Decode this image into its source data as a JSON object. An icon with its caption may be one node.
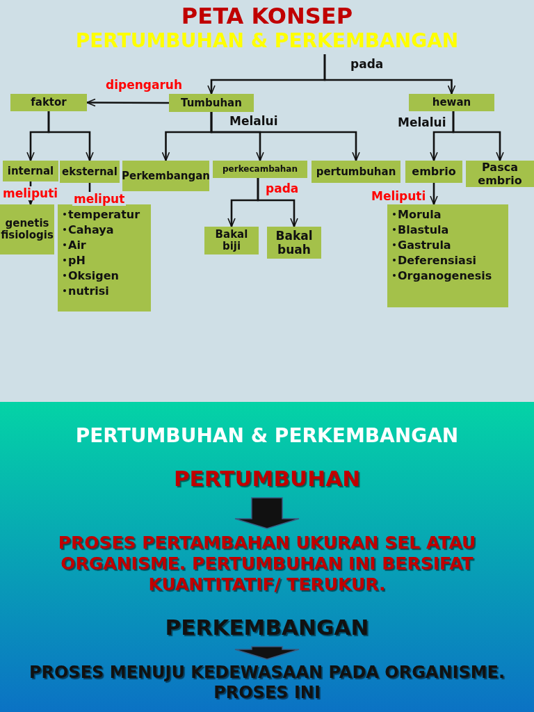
{
  "diagram": {
    "title": "PETA KONSEP",
    "nodes": [
      {
        "text": [
          "PERTUMBUHAN & PERKEMBANGAN"
        ]
      },
      {
        "text": [
          "Tumbuhan"
        ]
      },
      {
        "text": [
          "hewan"
        ]
      },
      {
        "text": [
          "faktor"
        ]
      },
      {
        "text": [
          "internal"
        ]
      },
      {
        "text": [
          "eksternal"
        ]
      },
      {
        "text": [
          "genetis",
          "fisiologis"
        ]
      },
      {
        "text": [
          "temperatur",
          "Cahaya",
          "Air",
          "pH",
          "Oksigen",
          "nutrisi"
        ]
      },
      {
        "text": [
          "Perkembangan"
        ]
      },
      {
        "text": [
          "perkecambahan"
        ]
      },
      {
        "text": [
          "pertumbuhan"
        ]
      },
      {
        "text": [
          "Bakal biji"
        ]
      },
      {
        "text": [
          "Bakal buah"
        ]
      },
      {
        "text": [
          "embrio"
        ]
      },
      {
        "text": [
          "Pasca embrio"
        ]
      },
      {
        "text": [
          "Morula",
          "Blastula",
          "Gastrula",
          "Deferensiasi",
          "Organogenesis"
        ]
      },
      {
        "text": [
          "PERTUMBUHAN"
        ]
      },
      {
        "text": [
          "PROSES PERTAMBAHAN UKURAN SEL ATAU ORGANISME. PERTUMBUHAN INI BERSIFAT KUANTITATIF/ TERUKUR."
        ]
      },
      {
        "text": [
          "PERKEMBANGAN"
        ]
      },
      {
        "text": [
          "PROSES MENUJU KEDEWASAAN PADA ORGANISME. PROSES INI"
        ]
      }
    ],
    "edges": [
      {
        "from": 0,
        "to": 1,
        "arrow": "to",
        "label": "pada"
      },
      {
        "from": 0,
        "to": 2,
        "arrow": "to"
      },
      {
        "from": 1,
        "to": 3,
        "arrow": "to",
        "label": "dipengaruh"
      },
      {
        "from": 3,
        "to": 4,
        "arrow": "to"
      },
      {
        "from": 3,
        "to": 5,
        "arrow": "to"
      },
      {
        "from": 1,
        "to": 8,
        "arrow": "to",
        "label": "Melalui"
      },
      {
        "from": 1,
        "to": 9,
        "arrow": "to"
      },
      {
        "from": 1,
        "to": 10,
        "arrow": "to"
      },
      {
        "from": 2,
        "to": 13,
        "arrow": "to",
        "label": "Melalui"
      },
      {
        "from": 2,
        "to": 14,
        "arrow": "to"
      },
      {
        "from": 4,
        "to": 6,
        "arrow": "to",
        "label": "meliputi"
      },
      {
        "from": 5,
        "to": 7,
        "arrow": "to",
        "label": "meliput"
      },
      {
        "from": 9,
        "to": 11,
        "arrow": "to",
        "label": "pada"
      },
      {
        "from": 9,
        "to": 12,
        "arrow": "to"
      },
      {
        "from": 13,
        "to": 15,
        "arrow": "to",
        "label": "Meliputi"
      },
      {
        "from": 16,
        "to": 17,
        "arrow": "to",
        "style": "thick"
      },
      {
        "from": 18,
        "to": 19,
        "arrow": "to",
        "style": "thick"
      }
    ],
    "labels": [
      "PERTUMBUHAN & PERKEMBANGAN"
    ]
  }
}
